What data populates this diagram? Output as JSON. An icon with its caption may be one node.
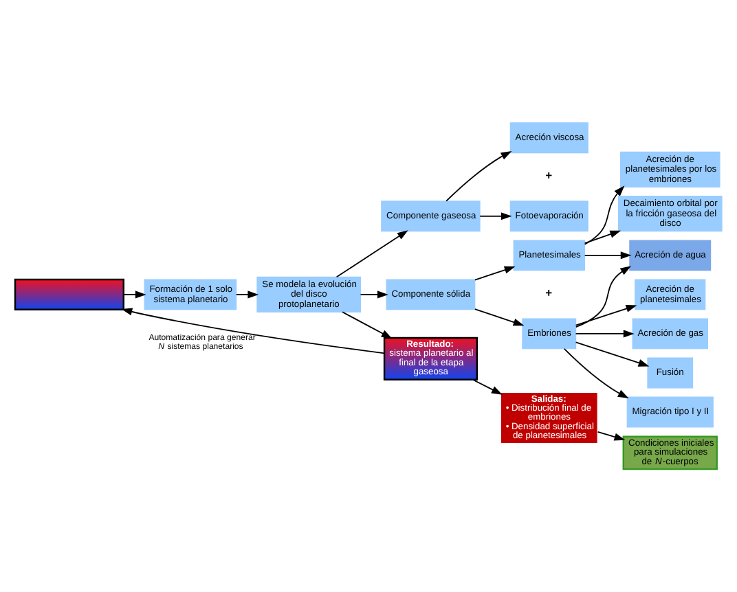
{
  "diagram": {
    "nodes": [
      {
        "text": [],
        "shape": "box"
      },
      {
        "text": [
          "Formación de 1 solo sistema planetario"
        ]
      },
      {
        "text": [
          "Se modela la evolución del disco protoplanetario"
        ]
      },
      {
        "text": [
          "Componente gaseosa"
        ]
      },
      {
        "text": [
          "Componente sólida"
        ]
      },
      {
        "text": [
          "Acreción viscosa"
        ]
      },
      {
        "text": [
          "Fotoevaporación"
        ]
      },
      {
        "text": [
          "Planetesimales"
        ]
      },
      {
        "text": [
          "Embriones"
        ]
      },
      {
        "text": [
          "Acreción de planetesimales por los embriones"
        ]
      },
      {
        "text": [
          "Decaimiento orbital por la fricción gaseosa del disco"
        ]
      },
      {
        "text": [
          "Acreción de agua"
        ]
      },
      {
        "text": [
          "Acreción de planetesimales"
        ]
      },
      {
        "text": [
          "Acreción de gas"
        ]
      },
      {
        "text": [
          "Fusión"
        ]
      },
      {
        "text": [
          "Migración tipo I y II"
        ]
      },
      {
        "text": [
          "Resultado:",
          "sistema planetario al final de la etapa gaseosa"
        ]
      },
      {
        "text": [
          "Salidas:",
          "• Distribución final de embriones",
          "• Densidad superficial de planetesimales"
        ]
      },
      {
        "text": [
          "Condiciones iniciales para simulaciones de *N*-cuerpos"
        ]
      }
    ],
    "edges": [
      {
        "from": 0,
        "to": 1,
        "arrow": "to"
      },
      {
        "from": 1,
        "to": 2,
        "arrow": "to"
      },
      {
        "from": 2,
        "to": 3,
        "arrow": "to"
      },
      {
        "from": 2,
        "to": 4,
        "arrow": "to"
      },
      {
        "from": 3,
        "to": 5,
        "arrow": "to"
      },
      {
        "from": 3,
        "to": 6,
        "arrow": "to"
      },
      {
        "from": 4,
        "to": 7,
        "arrow": "to"
      },
      {
        "from": 4,
        "to": 8,
        "arrow": "to"
      },
      {
        "from": 7,
        "to": 9,
        "arrow": "to"
      },
      {
        "from": 7,
        "to": 10,
        "arrow": "to"
      },
      {
        "from": 7,
        "to": 11,
        "arrow": "to"
      },
      {
        "from": 8,
        "to": 11,
        "arrow": "to"
      },
      {
        "from": 8,
        "to": 12,
        "arrow": "to"
      },
      {
        "from": 8,
        "to": 13,
        "arrow": "to"
      },
      {
        "from": 8,
        "to": 14,
        "arrow": "to"
      },
      {
        "from": 8,
        "to": 15,
        "arrow": "to"
      },
      {
        "from": 2,
        "to": 16,
        "arrow": "to"
      },
      {
        "from": 16,
        "to": 17,
        "arrow": "to"
      },
      {
        "from": 17,
        "to": 18,
        "arrow": "to"
      },
      {
        "from": 16,
        "to": 0,
        "arrow": "to",
        "label": "Automatización para generar *N* sistemas planetarios"
      }
    ],
    "labels": [
      "+",
      "+"
    ]
  }
}
